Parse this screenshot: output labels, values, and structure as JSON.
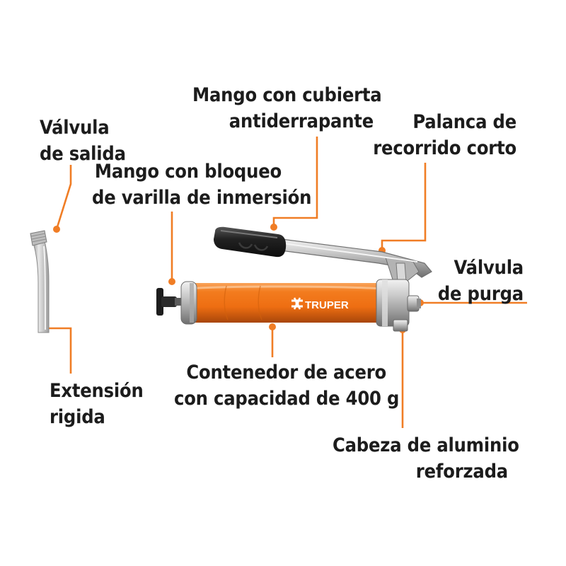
{
  "accent_color": "#f07d25",
  "text_color": "#1c1c1c",
  "brand": {
    "logo_icon": "truper-logo-icon",
    "logo_text": "TRUPER"
  },
  "labels": {
    "valvula_salida": {
      "line1": "Válvula",
      "line2": "de salida"
    },
    "mango_cubierta": {
      "line1": "Mango con cubierta",
      "line2": "antiderrapante"
    },
    "palanca": {
      "line1": "Palanca de",
      "line2": "recorrido corto"
    },
    "mango_bloqueo": {
      "line1": "Mango con bloqueo",
      "line2": "de varilla de inmersión"
    },
    "valvula_purga": {
      "line1": "Válvula",
      "line2": "de purga"
    },
    "contenedor": {
      "line1": "Contenedor de acero",
      "line2": "con capacidad de 400 g"
    },
    "extension": {
      "line1": "Extensión",
      "line2": "rigida"
    },
    "cabeza": {
      "line1": "Cabeza de aluminio",
      "line2": "reforzada"
    }
  }
}
